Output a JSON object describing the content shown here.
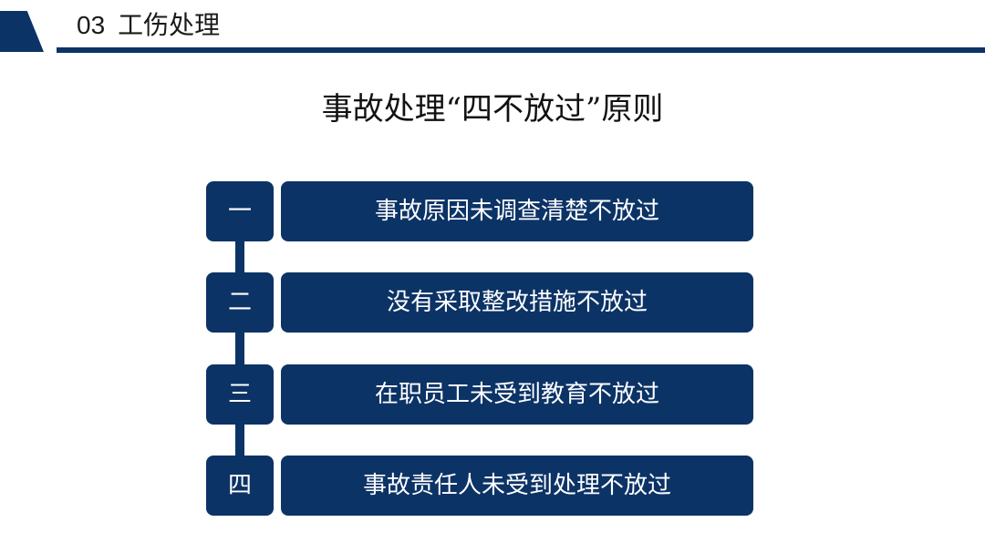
{
  "header": {
    "number": "03",
    "title": "工伤处理"
  },
  "main": {
    "title": "事故处理“四不放过”原则",
    "items": [
      {
        "badge": "一",
        "text": "事故原因未调查清楚不放过"
      },
      {
        "badge": "二",
        "text": "没有采取整改措施不放过"
      },
      {
        "badge": "三",
        "text": "在职员工未受到教育不放过"
      },
      {
        "badge": "四",
        "text": "事故责任人未受到处理不放过"
      }
    ]
  },
  "colors": {
    "accent": "#0c3366",
    "text_on_accent": "#ffffff",
    "body_text": "#111111"
  }
}
